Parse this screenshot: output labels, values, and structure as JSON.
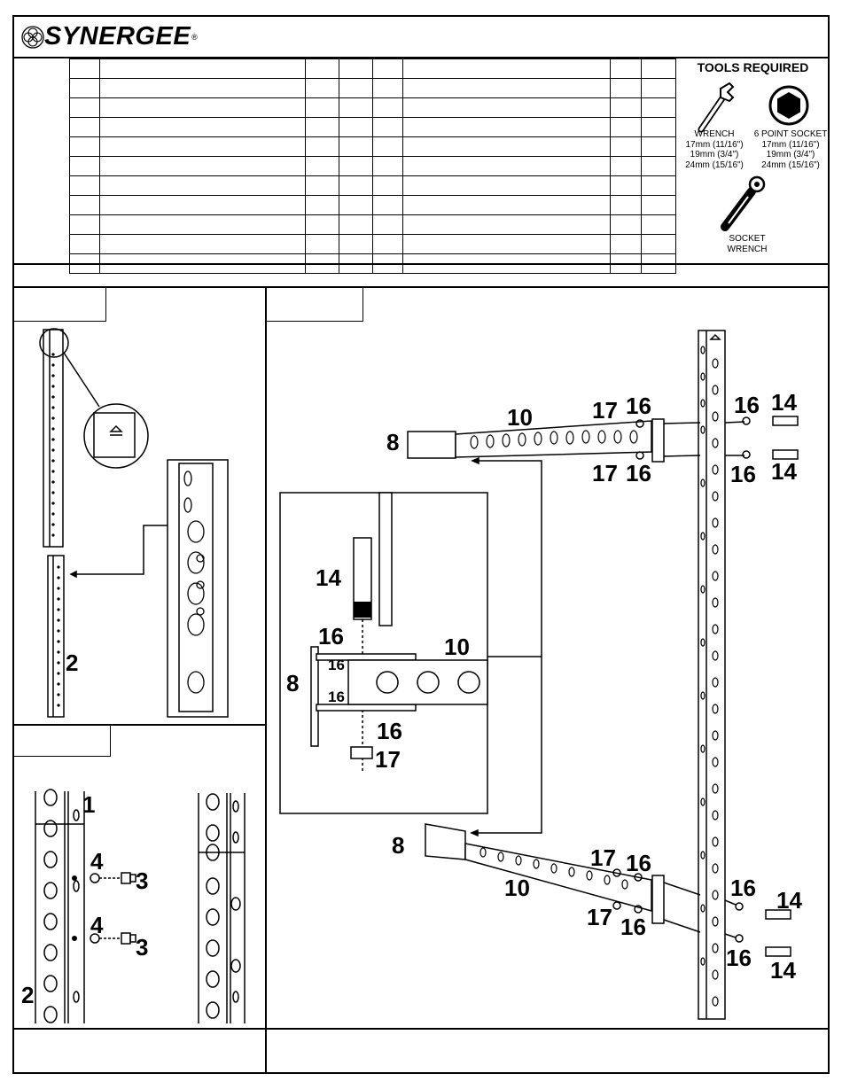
{
  "brand": {
    "name": "SYNERGEE",
    "reg": "®"
  },
  "tools": {
    "title": "TOOLS REQUIRED",
    "wrench": {
      "name": "WRENCH",
      "sizes": [
        "17mm (11/16\")",
        "19mm (3/4\")",
        "24mm (15/16\")"
      ]
    },
    "socket": {
      "name": "6 POINT SOCKET",
      "sizes": [
        "17mm (11/16\")",
        "19mm (3/4\")",
        "24mm (15/16\")"
      ]
    },
    "socket_wrench": {
      "name": [
        "SOCKET",
        "WRENCH"
      ]
    }
  },
  "callouts": {
    "step1": {
      "part2": "2"
    },
    "step2": {
      "part1": "1",
      "part2": "2",
      "part3a": "3",
      "part3b": "3",
      "part4a": "4",
      "part4b": "4"
    },
    "main": {
      "p8_top": "8",
      "p10_top": "10",
      "p17_a": "17",
      "p16_a": "16",
      "p16_b": "16",
      "p14_a": "14",
      "p17_b": "17",
      "p16_c": "16",
      "p16_d": "16",
      "p14_b": "14",
      "p8_bot": "8",
      "p10_bot": "10",
      "p17_c": "17",
      "p16_e": "16",
      "p16_f": "16",
      "p14_c": "14",
      "p17_d": "17",
      "p16_g": "16",
      "p16_h": "16",
      "p14_d": "14"
    },
    "detail": {
      "p14": "14",
      "p16_top": "16",
      "p16_in1": "16",
      "p16_in2": "16",
      "p10": "10",
      "p8": "8",
      "p16_bot": "16",
      "p17": "17"
    }
  },
  "colors": {
    "line": "#000000",
    "paper": "#ffffff"
  }
}
